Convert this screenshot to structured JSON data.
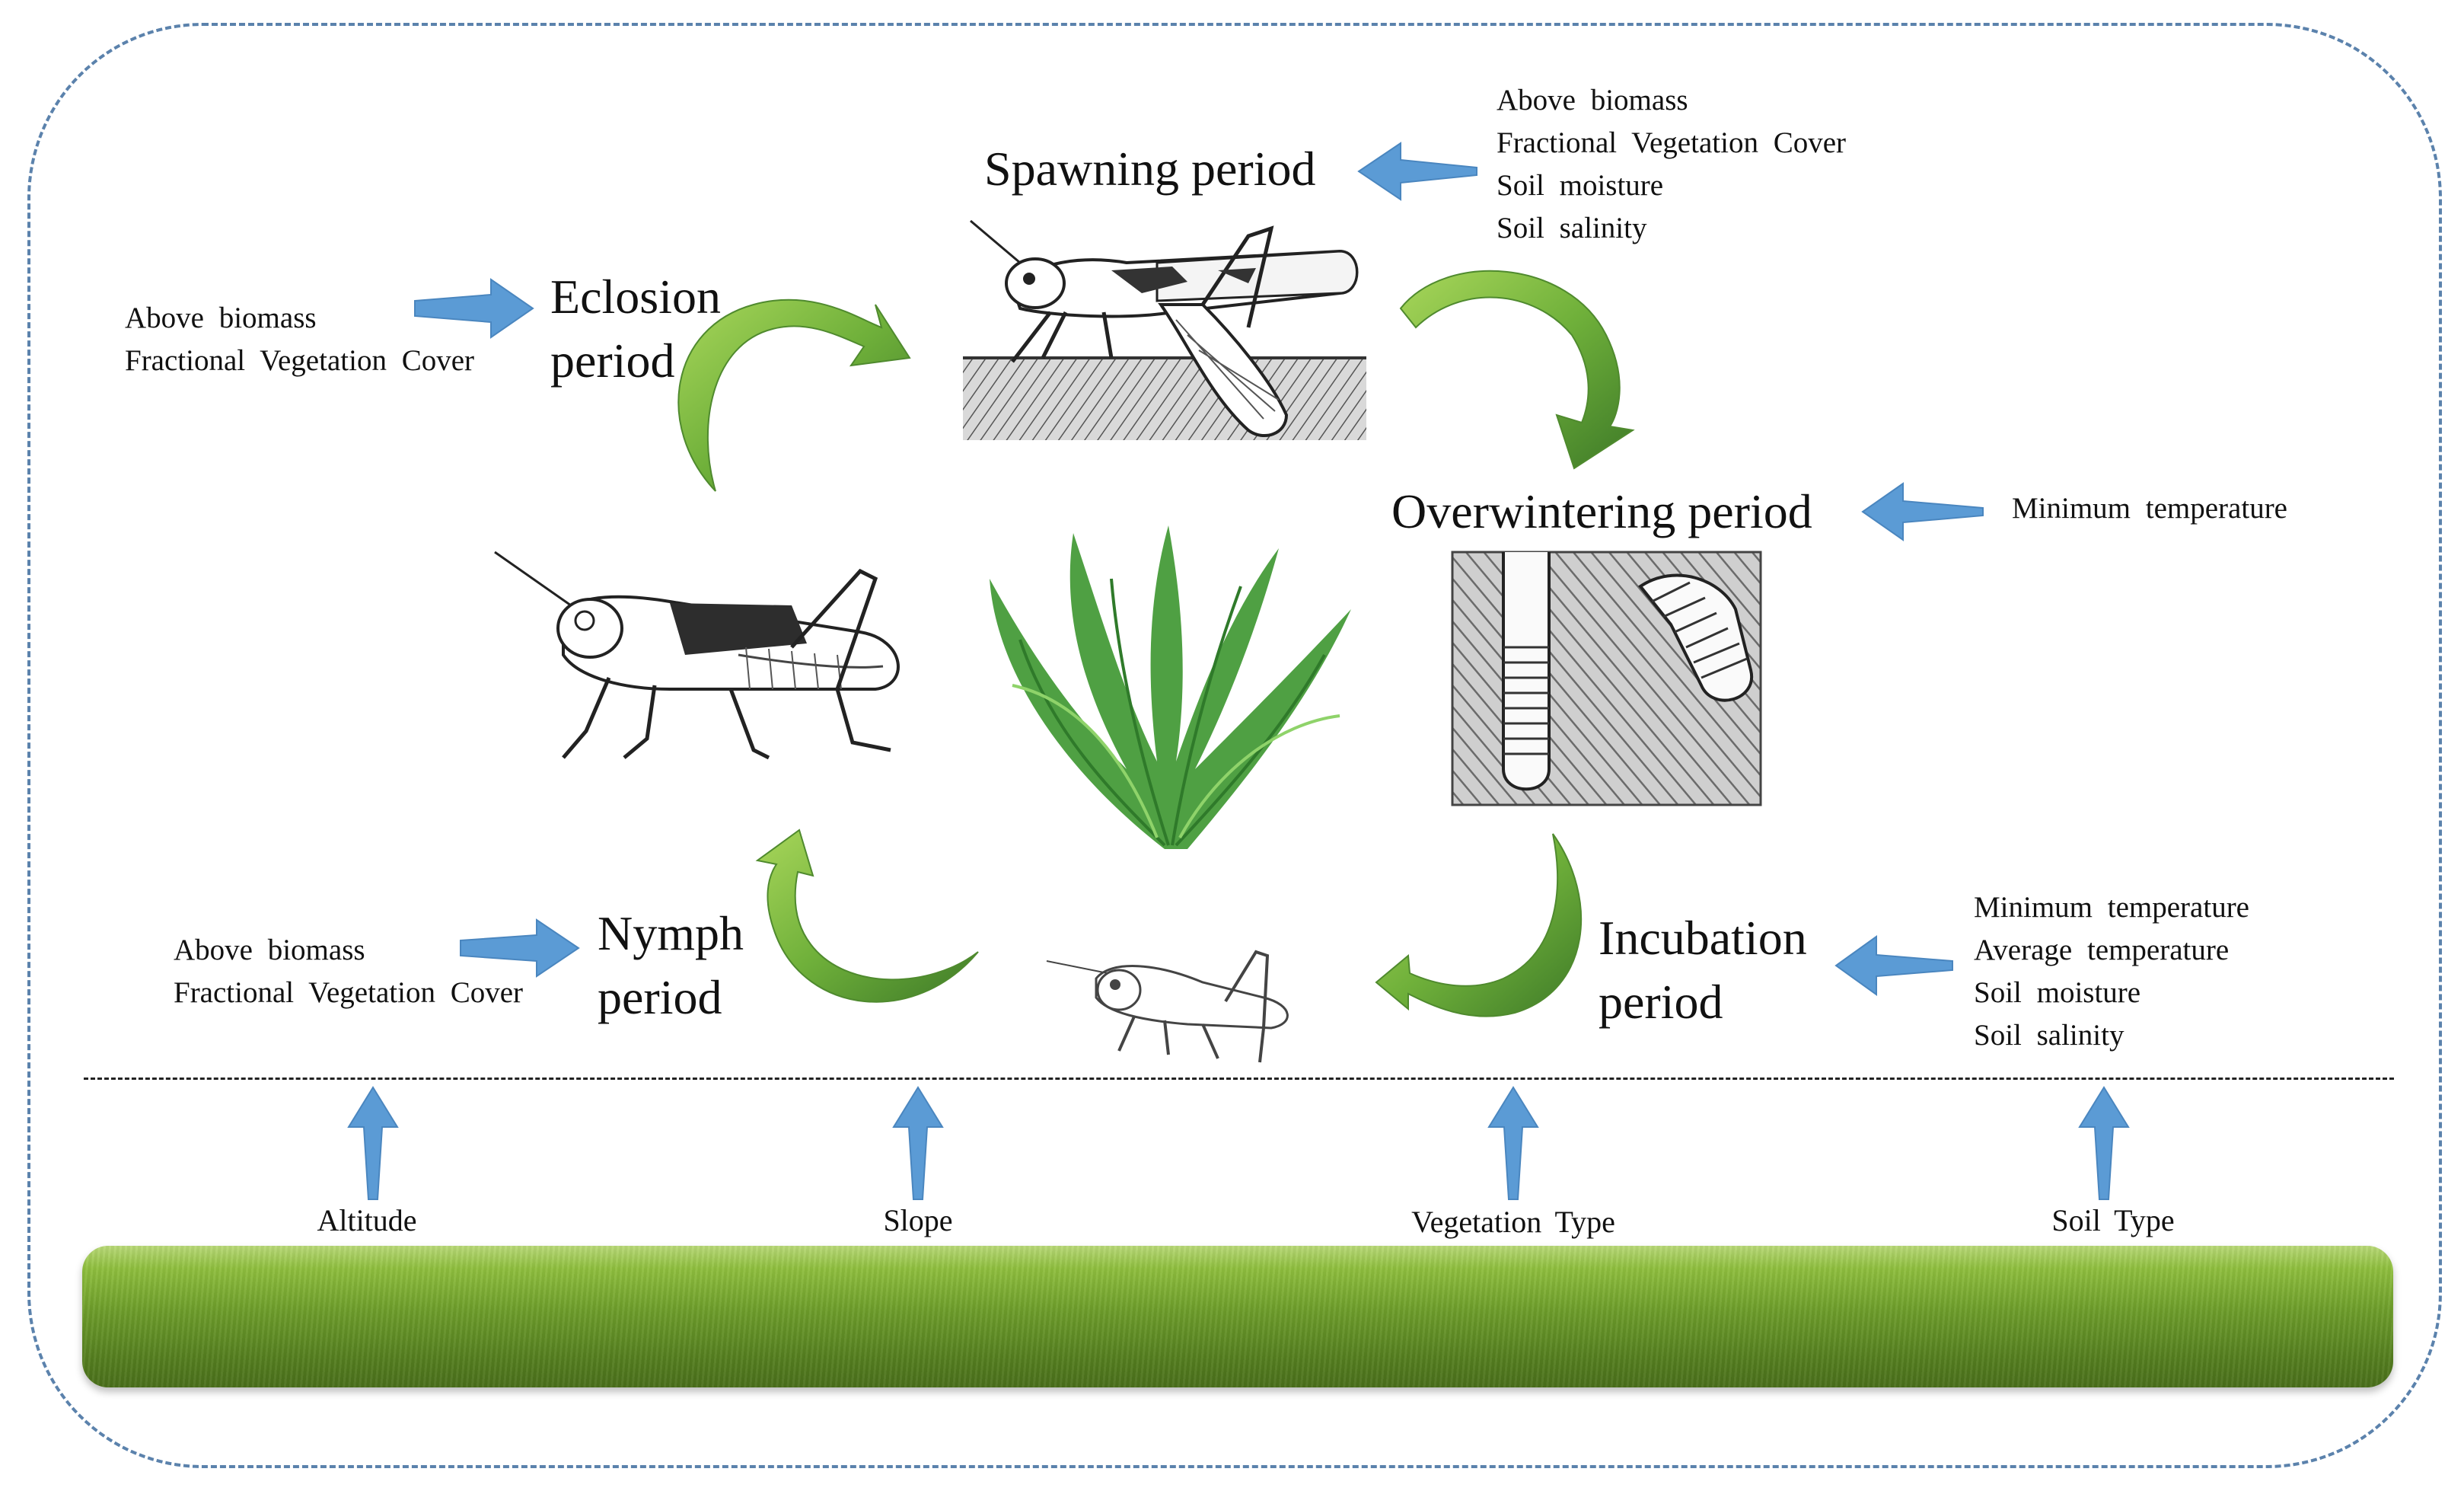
{
  "stages": {
    "spawning": "Spawning period",
    "eclosion": [
      "Eclosion",
      "period"
    ],
    "overwintering": "Overwintering period",
    "nymph": [
      "Nymph",
      "period"
    ],
    "incubation": [
      "Incubation",
      "period"
    ]
  },
  "factors": {
    "spawning": [
      "Above biomass",
      "Fractional Vegetation Cover",
      "Soil moisture",
      "Soil salinity"
    ],
    "eclosion": [
      "Above biomass",
      "Fractional Vegetation Cover"
    ],
    "overwintering": [
      "Minimum temperature"
    ],
    "nymph": [
      "Above biomass",
      "Fractional Vegetation Cover"
    ],
    "incubation": [
      "Minimum temperature",
      "Average temperature",
      "Soil moisture",
      "Soil salinity"
    ]
  },
  "environment": [
    "Altitude",
    "Slope",
    "Vegetation Type",
    "Soil Type"
  ],
  "illustrations": [
    "adult-grasshopper-spawning-icon",
    "adult-grasshopper-icon",
    "grass-tuft-icon",
    "egg-pods-in-soil-icon",
    "nymph-grasshopper-icon",
    "grass-field-image"
  ],
  "colors": {
    "frame": "#5b82ac",
    "blue_arrow": "#5b9bd5",
    "cycle_arrow_light": "#8cc63f",
    "cycle_arrow_dark": "#3e7a28",
    "divider": "#222222",
    "ground": "#6e9e2b"
  }
}
